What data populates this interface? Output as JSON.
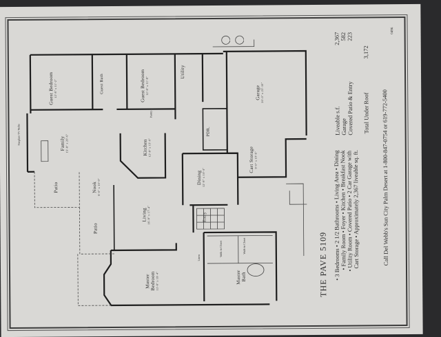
{
  "document": {
    "ref_code": "0496",
    "title": "The Pave 5109",
    "features": [
      "• 3 Bedrooms • 2 1/2 Bathrooms • Living Area • Dining",
      "• Family Room • Foyer • Kitchen • Breakfast Nook",
      "• Utility Room • Covered Patio • 2 Car Garage with",
      "Cart Storage • Approximately 2,367 liveable sq. ft."
    ],
    "contact": "Call Del Webb's Sun City Palm Desert at 1-800-847-0754 or 619-772-5400",
    "stats": [
      {
        "label": "Liveable s.f.",
        "value": "2,367"
      },
      {
        "label": "Garage",
        "value": "582"
      },
      {
        "label": "Covered Patio & Entry",
        "value": "223"
      }
    ],
    "total": {
      "label": "Total Under Roof",
      "value": "3,172"
    }
  },
  "rooms": {
    "guest_bedroom_1": {
      "name": "Guest Bedroom",
      "dims": "12'-8\" x 11'-2\""
    },
    "guest_bath": {
      "name": "Guest Bath"
    },
    "guest_bedroom_2": {
      "name": "Guest Bedroom",
      "dims": "12'-8\" x 11'-8\""
    },
    "utility": {
      "name": "Utility"
    },
    "garage": {
      "name": "Garage",
      "dims": "20'-0\" x 23'-10\""
    },
    "family": {
      "name": "Family",
      "dims": "15'-8\" x 20'-6\""
    },
    "fireplace": {
      "name": "Fireplace TV Niche"
    },
    "kitchen": {
      "name": "Kitchen",
      "dims": "12'-8\" x 13'-0\""
    },
    "pantry": {
      "name": "Pantry"
    },
    "pdr": {
      "name": "PDR."
    },
    "cart_storage": {
      "name": "Cart Storage",
      "dims": "9'-0\" x 10'-6\""
    },
    "dining": {
      "name": "Dining",
      "dims": "12'-8\" x 14'-4\""
    },
    "patio_1": {
      "name": "Patio"
    },
    "nook": {
      "name": "Nook",
      "dims": "9'-0\" x 10'-0\""
    },
    "patio_2": {
      "name": "Patio"
    },
    "living": {
      "name": "Living",
      "dims": "16'-8\" x 17'-4\""
    },
    "entry": {
      "name": "Entry"
    },
    "walk_in_closet_1": {
      "name": "Walk-in Closet"
    },
    "walk_in_closet_2": {
      "name": "Walk-in Closet"
    },
    "linen": {
      "name": "Linen"
    },
    "master_bedroom": {
      "name": "Master Bedroom",
      "dims": "13'-8\" x 19'-4\""
    },
    "master_bath": {
      "name": "Master Bath"
    }
  }
}
